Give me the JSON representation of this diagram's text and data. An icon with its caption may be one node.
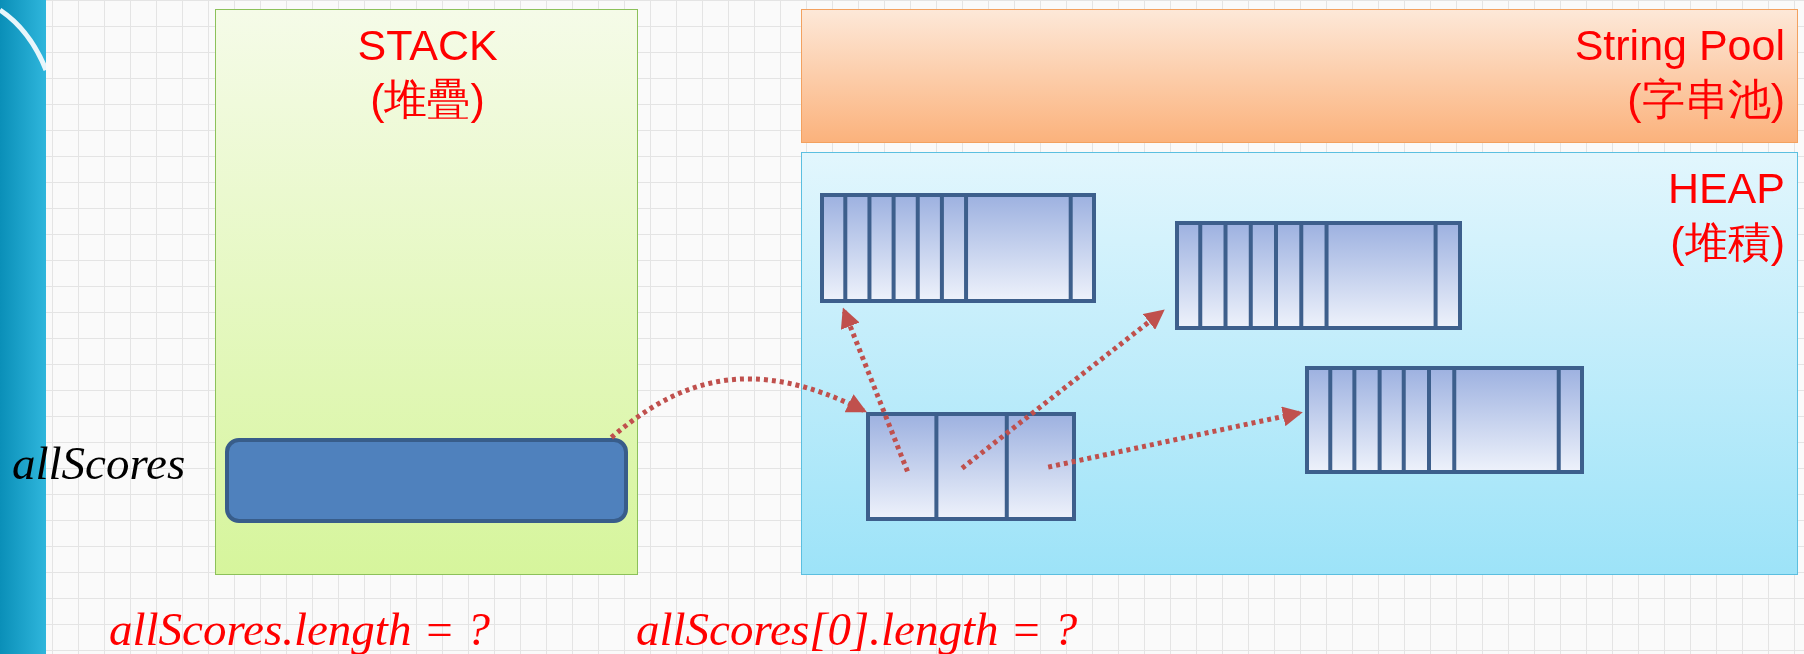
{
  "diagram": {
    "nodes": [
      {
        "text": [
          "STACK (堆疊)"
        ]
      },
      {
        "text": [
          "String Pool (字串池)"
        ]
      },
      {
        "text": [
          "HEAP (堆積)"
        ]
      },
      {
        "text": [],
        "shape": "box",
        "in": 0
      },
      {
        "text": [],
        "shape": "box",
        "in": 2
      },
      {
        "text": [],
        "shape": "box",
        "in": 2
      },
      {
        "text": [],
        "shape": "box",
        "in": 2
      },
      {
        "text": [],
        "shape": "box",
        "in": 2
      }
    ],
    "edges": [
      {
        "from": 3,
        "to": 7,
        "arrow": "to"
      },
      {
        "from": 7,
        "to": 4,
        "arrow": "to"
      },
      {
        "from": 7,
        "to": 5,
        "arrow": "to"
      },
      {
        "from": 7,
        "to": 6,
        "arrow": "to"
      }
    ],
    "labels": [
      "allScores",
      "allScores.length = ?",
      "allScores[0].length = ?"
    ]
  }
}
